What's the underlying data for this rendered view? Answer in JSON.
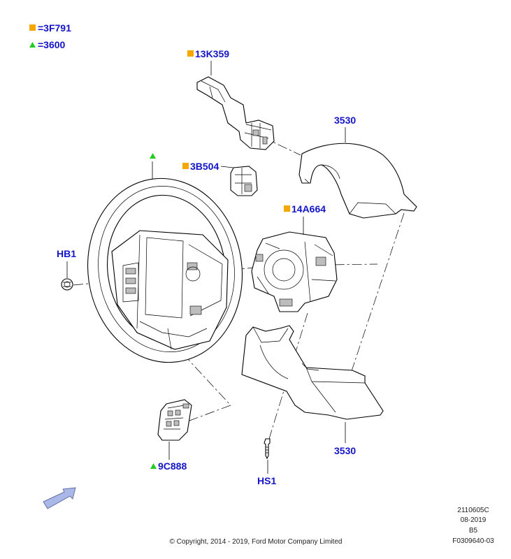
{
  "legend": {
    "square_item": {
      "symbol": "■",
      "text": "=3F791"
    },
    "triangle_item": {
      "symbol": "▲",
      "text": "=3600"
    }
  },
  "callouts": {
    "multifunction_switch": "13K359",
    "steering_column_shroud_upper": "3530",
    "switch_3b504": "3B504",
    "clockspring": "14A664",
    "bolt_hb1": "HB1",
    "steering_column_shroud_lower": "3530",
    "switch_9c888": "9C888",
    "screw_hs1": "HS1"
  },
  "footer": {
    "copyright": "© Copyright, 2014 - 2019, Ford Motor Company Limited",
    "ref_code": "2110605C",
    "date": "08-2019",
    "rev": "B5",
    "figure_id": "F0309640-03"
  },
  "colors": {
    "label_blue": "#1414c8",
    "square_orange": "#f5a700",
    "triangle_green": "#22cc22",
    "arrow_fill": "#aab8e8"
  },
  "icons": {
    "view_direction": "arrow-icon"
  }
}
